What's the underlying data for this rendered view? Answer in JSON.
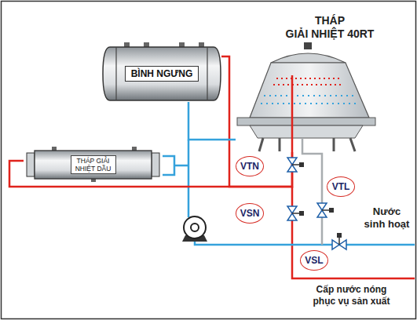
{
  "diagram": {
    "nodes": [
      {
        "text": [
          "THÁP GIẢI NHIỆT 40RT"
        ]
      },
      {
        "text": [
          "BÌNH NGƯNG"
        ]
      },
      {
        "text": [
          "THÁP GIẢI NHIỆT DẦU"
        ]
      },
      {
        "text": [
          "VTN"
        ]
      },
      {
        "text": [
          "VTL"
        ]
      },
      {
        "text": [
          "VSN"
        ]
      },
      {
        "text": [
          "VSL"
        ]
      }
    ],
    "edges": [
      {
        "from": 1,
        "to": 0,
        "arrow": "none"
      },
      {
        "from": 2,
        "to": 0,
        "arrow": "none"
      },
      {
        "from": 0,
        "to": 1,
        "arrow": "none"
      }
    ],
    "labels": [
      "Nước sinh hoạt",
      "Cấp nước nóng phục vụ sản xuất"
    ]
  }
}
